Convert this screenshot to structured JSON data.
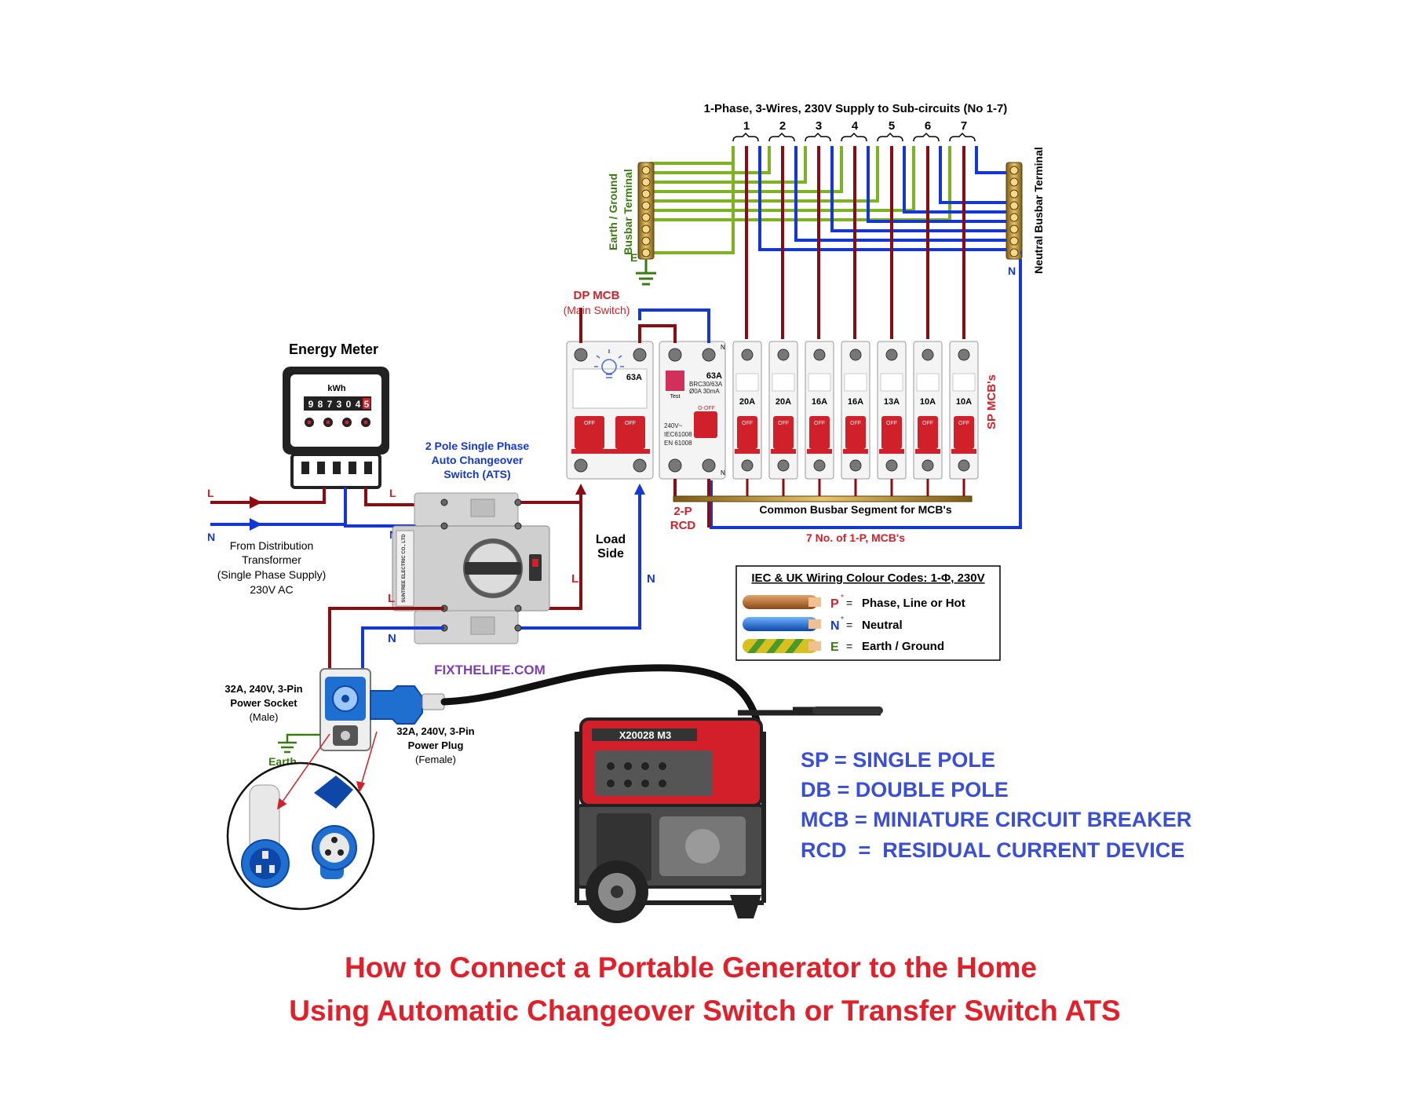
{
  "supply_header": "1-Phase, 3-Wires, 230V Supply to Sub-circuits (No 1-7)",
  "circuit_numbers": [
    "1",
    "2",
    "3",
    "4",
    "5",
    "6",
    "7"
  ],
  "earth_busbar": {
    "line1": "Earth / Ground",
    "line2": "Busbar Terminal",
    "letter": "E"
  },
  "neutral_busbar": {
    "label": "Neutral Busbar Terminal",
    "letter": "N"
  },
  "dp_mcb": {
    "title": "DP MCB",
    "subtitle": "(Main Switch)",
    "rating": "63A"
  },
  "rcd": {
    "rating": "63A",
    "label1": "2-P",
    "label2": "RCD",
    "test": "Test",
    "off": "O-OFF",
    "spec1": "240V~",
    "spec2": "IEC61008",
    "spec3": "EN 61008",
    "spec4": "BRC30/63A",
    "spec5": "Ø0A 30mA",
    "n": "N"
  },
  "mcb_ratings": [
    "20A",
    "20A",
    "16A",
    "16A",
    "13A",
    "10A",
    "10A"
  ],
  "mcb_off": "OFF",
  "sp_mcbs_label": "SP MCB's",
  "common_busbar": "Common Busbar Segment for MCB's",
  "mcb_count_label": "7 No. of 1-P, MCB's",
  "energy_meter": {
    "title": "Energy Meter",
    "unit": "kWh",
    "digits": [
      "9",
      "8",
      "7",
      "3",
      "0",
      "4",
      "5"
    ]
  },
  "supply_source": {
    "line1": "From Distribution",
    "line2": "Transformer",
    "line3": "(Single Phase Supply)",
    "line4": "230V  AC"
  },
  "ats": {
    "line1": "2 Pole Single Phase",
    "line2": "Auto Changeover",
    "line3": "Switch (ATS)",
    "brand": "SUNTREE ELECTRIC CO., LTD"
  },
  "load_side": {
    "line1": "Load",
    "line2": "Side"
  },
  "wire_labels": {
    "L": "L",
    "N": "N"
  },
  "legend": {
    "title": "IEC & UK Wiring Colour Codes: 1-Φ, 230V",
    "rows": [
      {
        "letter": "P",
        "star": "*",
        "eq": "=",
        "text": "Phase, Line or  Hot",
        "color": "#b5651d"
      },
      {
        "letter": "N",
        "star": "*",
        "eq": "=",
        "text": "Neutral",
        "color": "#1f6fd1"
      },
      {
        "letter": "E",
        "star": "",
        "eq": "=",
        "text": "Earth / Ground",
        "color": "#7bb321"
      }
    ]
  },
  "watermark": "FIXTHELIFE.COM",
  "socket": {
    "line1": "32A, 240V, 3-Pin",
    "line2": "Power Socket",
    "line3": "(Male)"
  },
  "plug": {
    "line1": "32A, 240V, 3-Pin",
    "line2": "Power Plug",
    "line3": "(Female)"
  },
  "earth_label": "Earth",
  "generator_model": "X20028 M3",
  "abbreviations": [
    "SP = SINGLE POLE",
    "DB = DOUBLE POLE",
    "MCB = MINIATURE CIRCUIT BREAKER",
    "RCD  =  RESIDUAL CURRENT DEVICE"
  ],
  "title_line1": "How to Connect a Portable Generator to the Home",
  "title_line2": "Using Automatic Changeover Switch or Transfer Switch ATS",
  "colors": {
    "phase": "#8b0d12",
    "neutral": "#1537d6",
    "earth": "#7bb321",
    "title": "#e0202a",
    "abbr": "#3a4fd6",
    "watermark": "#7b3fb0"
  }
}
